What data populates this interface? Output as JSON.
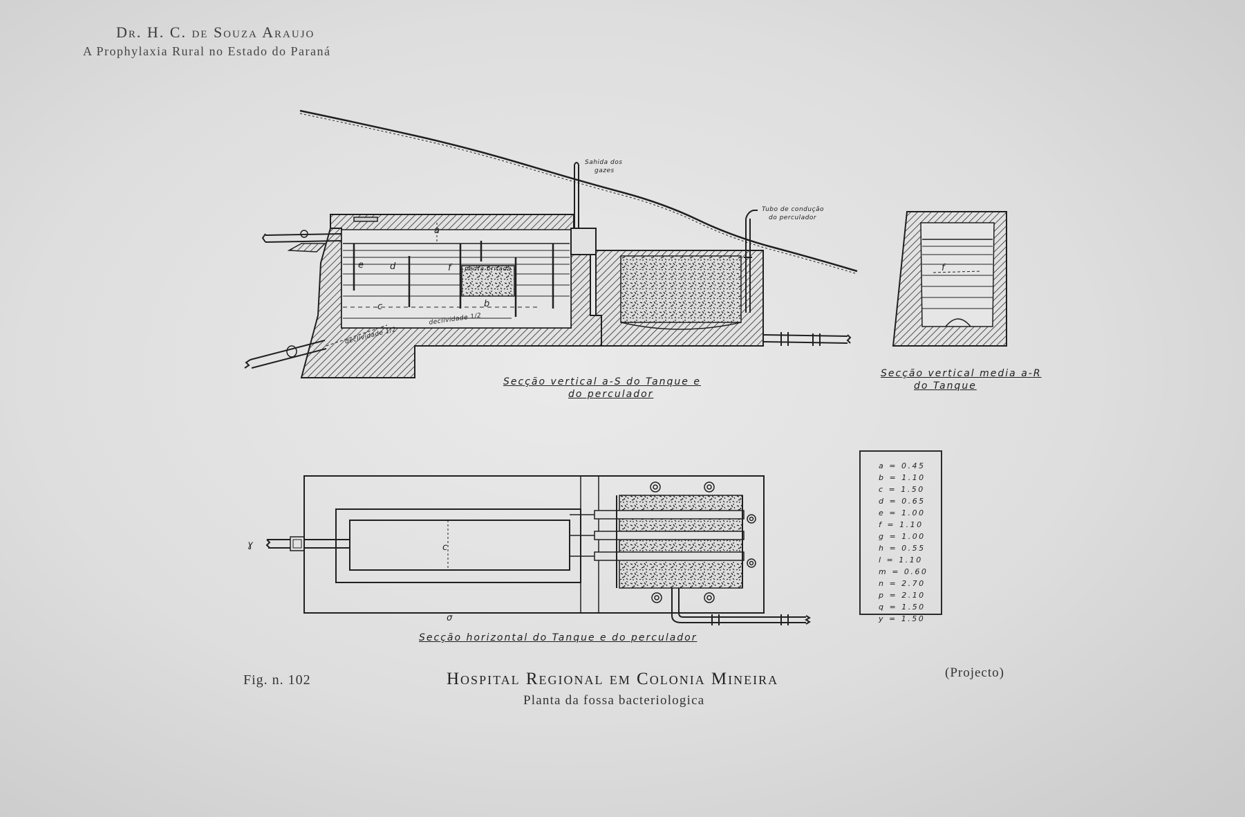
{
  "header": {
    "author": "Dr. H. C. de Souza Araujo",
    "book": "A Prophylaxia Rural no Estado do Paraná"
  },
  "section_vertical": {
    "caption_line1": "Secção vertical a-S do Tanque e",
    "caption_line2": "do perculador",
    "label_gas_line1": "Sahida dos",
    "label_gas_line2": "gazes",
    "label_tube_line1": "Tubo de condução",
    "label_tube_line2": "do perculador",
    "label_slope1": "declividade 1/2",
    "label_slope2": "declividade 1/2",
    "label_stone": "pedra britada",
    "letters": [
      "a",
      "e",
      "d",
      "f",
      "c",
      "b"
    ]
  },
  "section_middle": {
    "caption_line1": "Secção vertical media a-R",
    "caption_line2": "do Tanque",
    "letter": "f"
  },
  "section_horizontal": {
    "caption": "Secção horizontal do Tanque e do perculador",
    "letter_c": "c",
    "letter_left": "ɣ",
    "letter_bottom": "σ"
  },
  "dimensions": [
    "a = 0.45",
    "b = 1.10",
    "c = 1.50",
    "d = 0.65",
    "e = 1.00",
    "f = 1.10",
    "g = 1.00",
    "h = 0.55",
    "l = 1.10",
    "m = 0.60",
    "n = 2.70",
    "p = 2.10",
    "q = 1.50",
    "y = 1.50"
  ],
  "footer": {
    "fig": "Fig. n. 102",
    "title": "Hospital Regional em Colonia Mineira",
    "subtitle": "Planta da fossa bacteriologica",
    "note": "(Projecto)"
  },
  "colors": {
    "paper": "#dedede",
    "ink": "#1f1f1f",
    "hatch": "#2b2b2b"
  }
}
